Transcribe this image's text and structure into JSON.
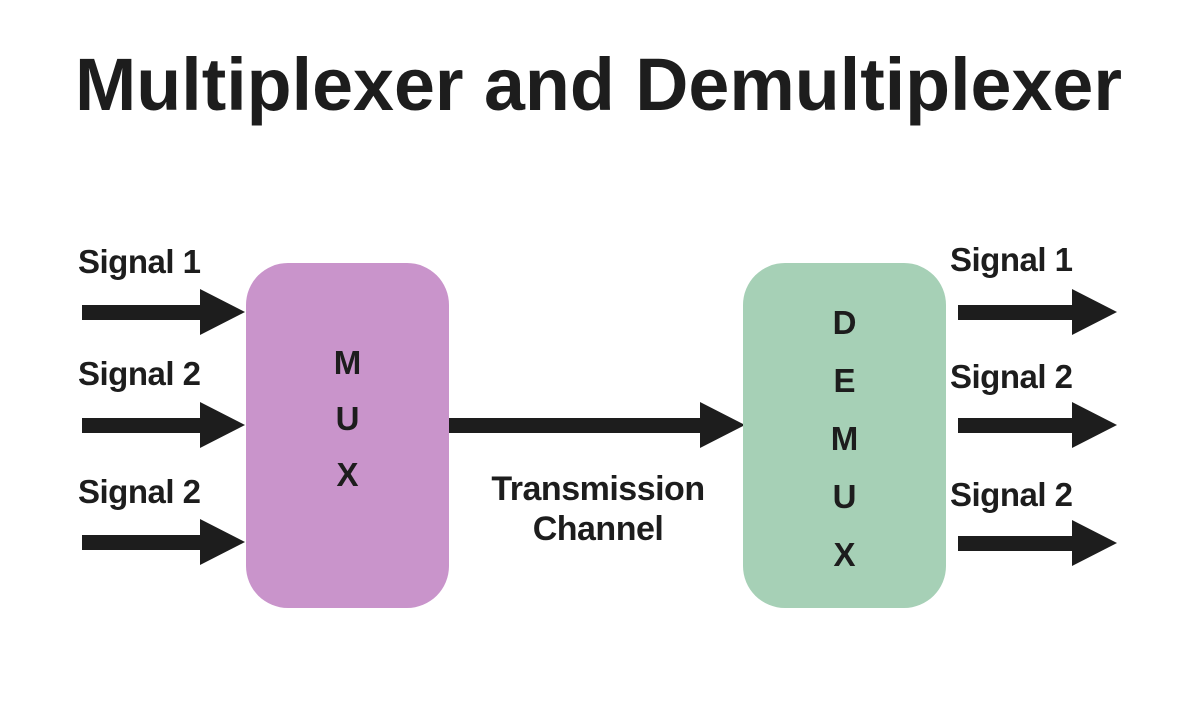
{
  "title": "Multiplexer and Demultiplexer",
  "colors": {
    "ink": "#1d1d1d",
    "mux_fill": "#c994cb",
    "demux_fill": "#a6d0b6"
  },
  "mux": {
    "letters": [
      "M",
      "U",
      "X"
    ]
  },
  "demux": {
    "letters": [
      "D",
      "E",
      "M",
      "U",
      "X"
    ]
  },
  "transmission": {
    "line1": "Transmission",
    "line2": "Channel"
  },
  "inputs": [
    {
      "label": "Signal 1"
    },
    {
      "label": "Signal 2"
    },
    {
      "label": "Signal 2"
    }
  ],
  "outputs": [
    {
      "label": "Signal 1"
    },
    {
      "label": "Signal 2"
    },
    {
      "label": "Signal 2"
    }
  ]
}
